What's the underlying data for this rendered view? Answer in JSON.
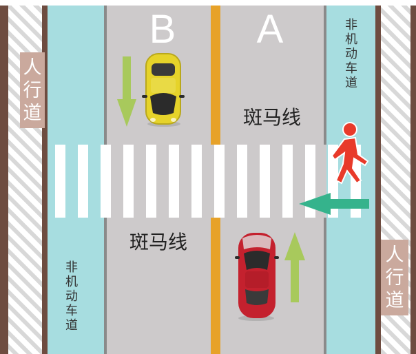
{
  "lanes": {
    "b_label": "B",
    "a_label": "A"
  },
  "crosswalk_label_upper": "斑马线",
  "crosswalk_label_lower": "斑马线",
  "sidewalk_label": "人行道",
  "sidewalk_label_chars": [
    "人",
    "行",
    "道"
  ],
  "bike_lane_label": "非机动车道",
  "bike_lane_label_chars": [
    "非",
    "机",
    "动",
    "车",
    "道"
  ],
  "colors": {
    "road": "#cdcacb",
    "bike_lane": "#a7dde0",
    "center_line": "#e7a229",
    "curb": "#6e4c40",
    "sidewalk_tag": "#caa99d",
    "arrow_green": "#a8c95c",
    "arrow_teal": "#35b38c",
    "pedestrian": "#e83a2a",
    "car_yellow": "#e6d32a",
    "car_red": "#c4212e"
  },
  "icons": {
    "car_top": "car-yellow-icon",
    "car_bottom": "car-red-icon",
    "pedestrian": "pedestrian-icon",
    "arrow_down": "arrow-down-icon",
    "arrow_up": "arrow-up-icon",
    "arrow_left": "arrow-left-icon"
  }
}
